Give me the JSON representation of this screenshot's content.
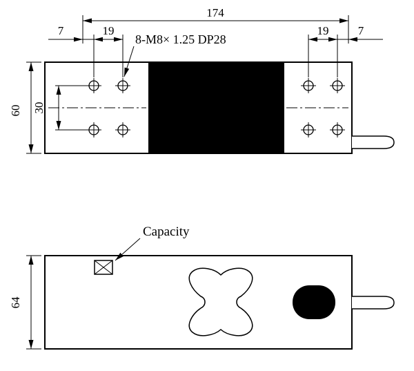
{
  "top_view": {
    "dims": {
      "total_length": "174",
      "left_edge_offset": "7",
      "left_hole_spacing": "19",
      "right_hole_spacing": "19",
      "right_edge_offset": "7",
      "body_height": "60",
      "hole_row_spacing": "30"
    },
    "thread_callout": "8-M8× 1.25 DP28"
  },
  "bottom_view": {
    "dims": {
      "body_height": "64"
    },
    "capacity_callout": "Capacity"
  },
  "colors": {
    "ink": "#000000",
    "paper": "#ffffff",
    "filled_block": "#000000"
  }
}
